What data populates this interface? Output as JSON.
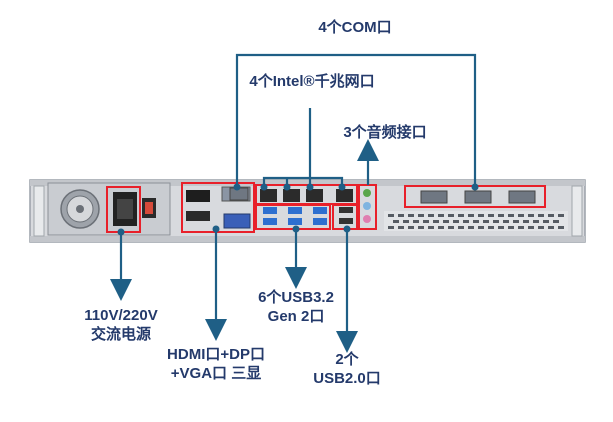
{
  "labels": {
    "com_ports": "4个COM口",
    "intel_lan": "4个Intel®千兆网口",
    "audio": "3个音频接口",
    "power_line1": "110V/220V",
    "power_line2": "交流电源",
    "display_line1": "HDMI口+DP口",
    "display_line2": "+VGA口 三显",
    "usb3_line1": "6个USB3.2",
    "usb3_line2": "Gen 2口",
    "usb2_line1": "2个",
    "usb2_line2": "USB2.0口"
  },
  "colors": {
    "callout_line": "#1f5f86",
    "highlight_box": "#e8202a",
    "label_text": "#243a6b",
    "chassis": "#d8dade"
  }
}
